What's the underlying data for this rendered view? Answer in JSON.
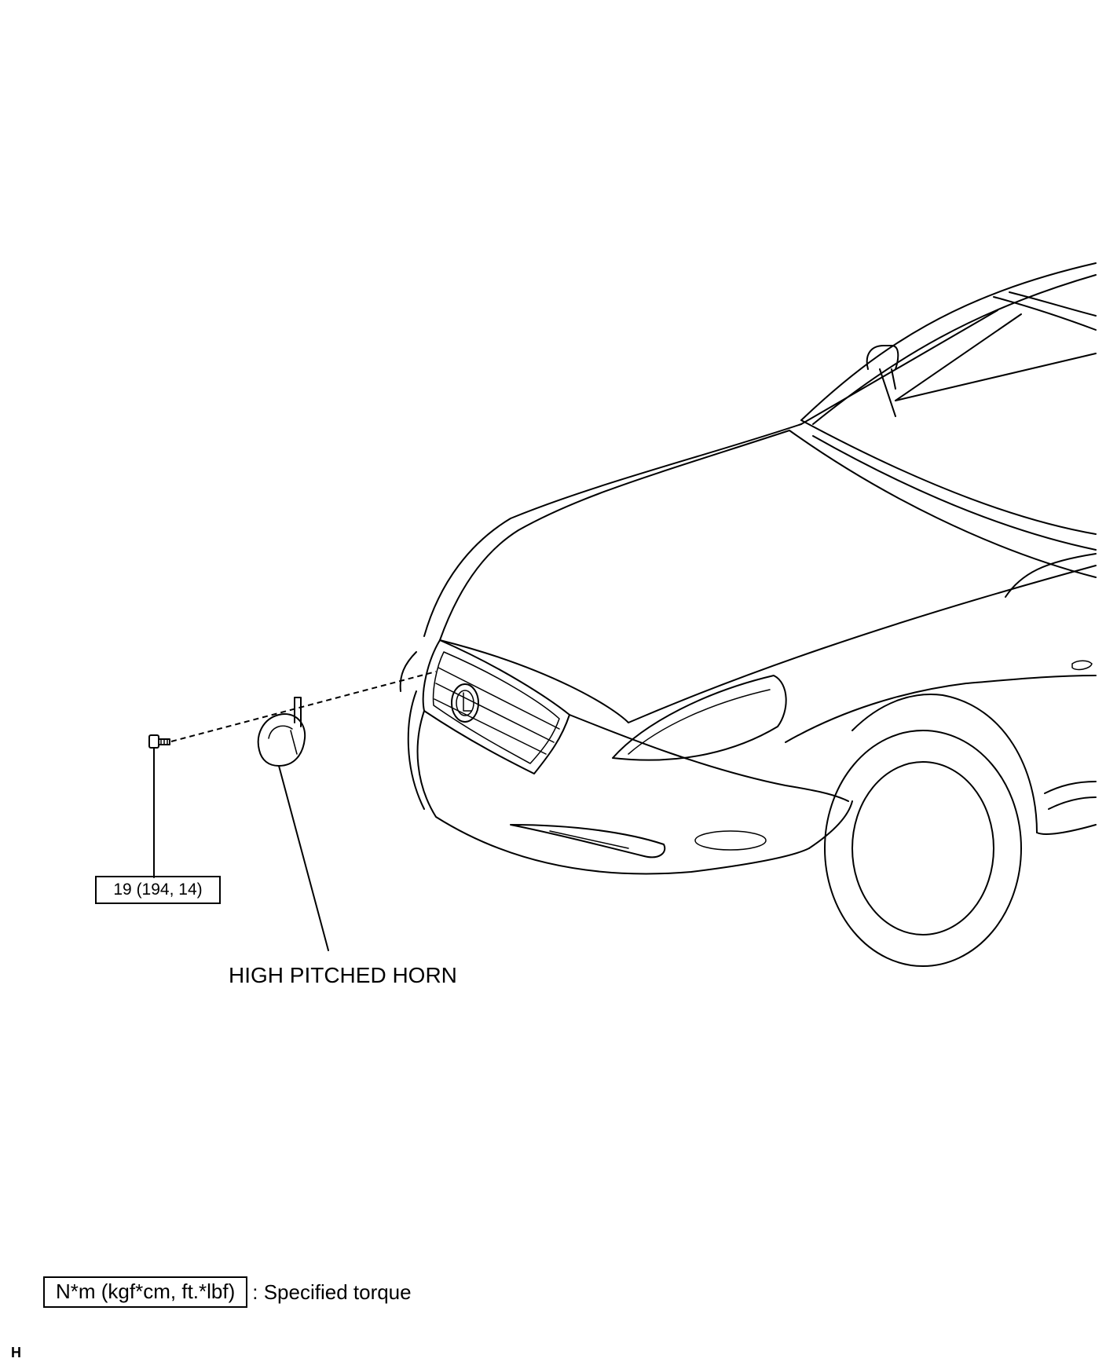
{
  "labels": {
    "part_name": "HIGH PITCHED HORN",
    "bolt_torque": "19 (194, 14)",
    "corner_code": "H"
  },
  "legend": {
    "unit_box": "N*m (kgf*cm, ft.*lbf)",
    "description": ": Specified torque"
  }
}
